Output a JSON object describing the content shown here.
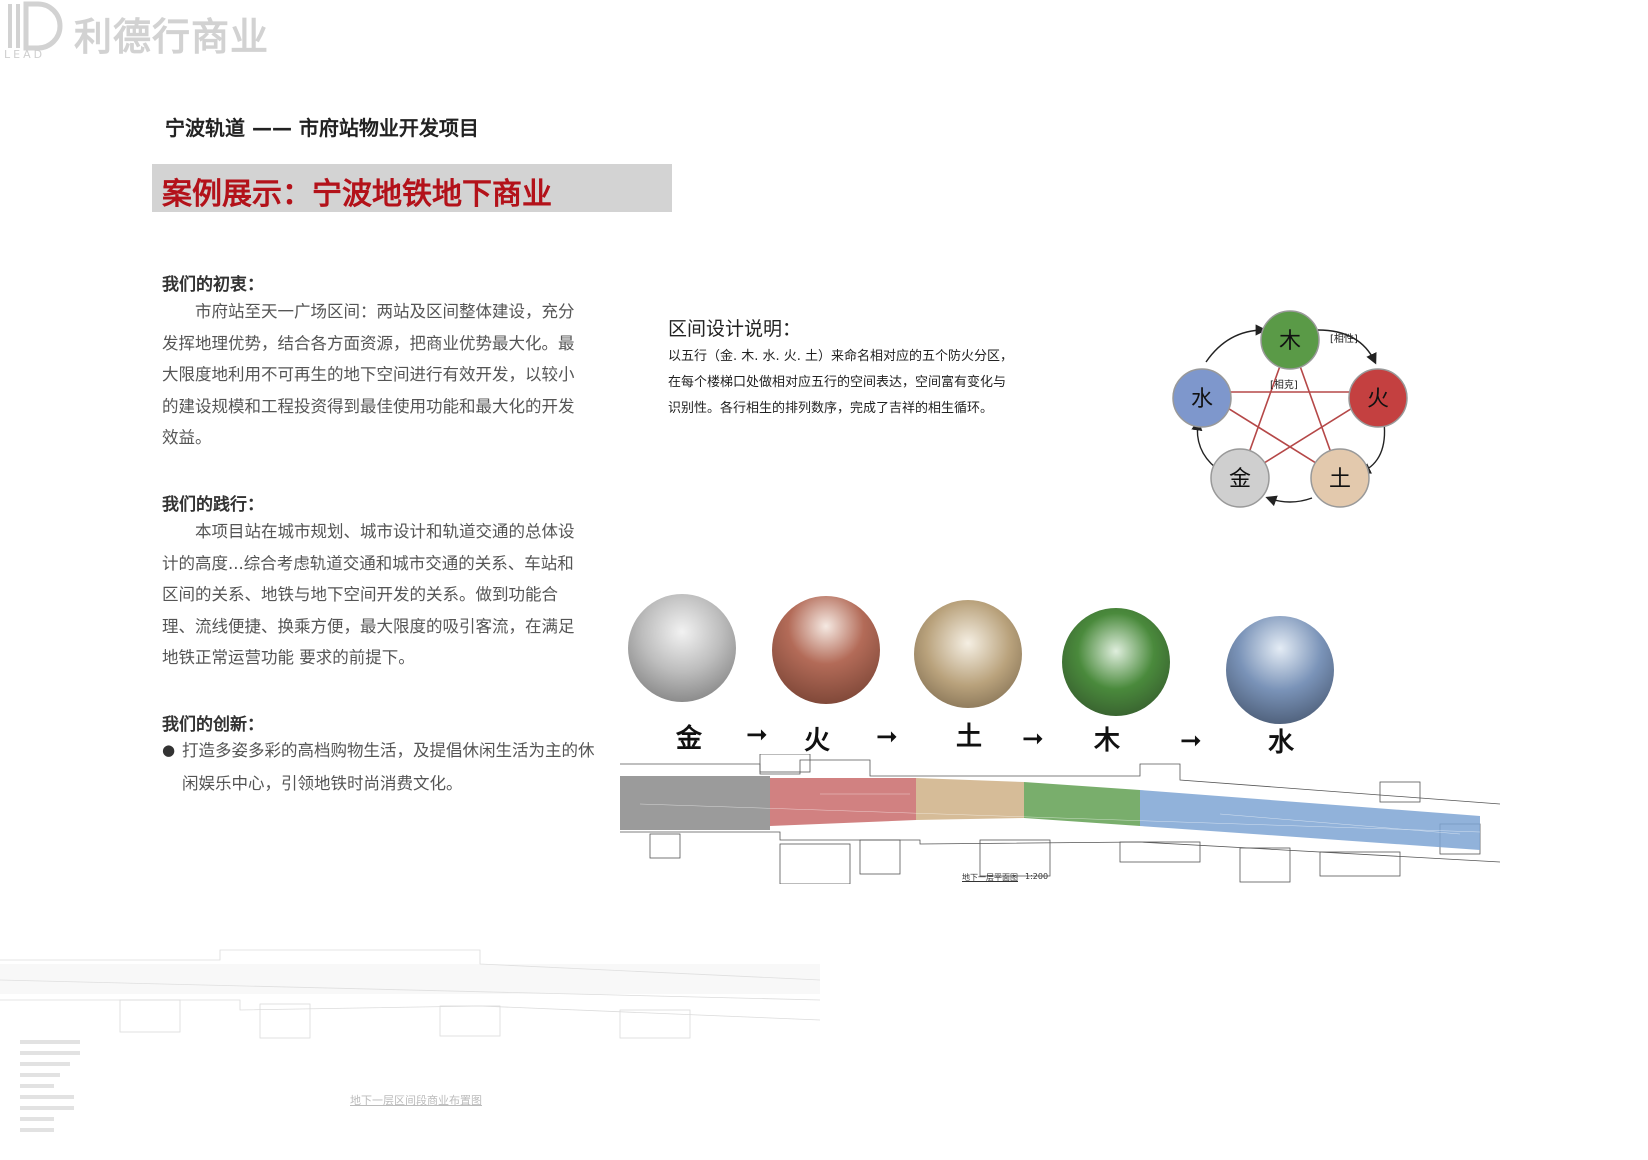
{
  "brand": {
    "name": "利德行商业",
    "mark_text": "LEAD"
  },
  "header": {
    "project_title": "宁波轨道 —— 市府站物业开发项目",
    "banner_title": "案例展示：宁波地铁地下商业"
  },
  "sections": [
    {
      "heading": "我们的初衷：",
      "text": "市府站至天一广场区间：两站及区间整体建设，充分发挥地理优势，结合各方面资源，把商业优势最大化。最大限度地利用不可再生的地下空间进行有效开发，以较小的建设规模和工程投资得到最佳使用功能和最大化的开发效益。"
    },
    {
      "heading": "我们的践行：",
      "text": "本项目站在城市规划、城市设计和轨道交通的总体设计的高度...综合考虑轨道交通和城市交通的关系、车站和区间的关系、地铁与地下空间开发的关系。做到功能合理、流线便捷、换乘方便，最大限度的吸引客流，在满足地铁正常运营功能  要求的前提下。"
    },
    {
      "heading": "我们的创新：",
      "bullet": "打造多姿多彩的高档购物生活，及提倡休闲生活为主的休闲娱乐中心，引领地铁时尚消费文化。"
    }
  ],
  "zone_design": {
    "title": "区间设计说明：",
    "text": "以五行（金. 木. 水. 火. 土）来命名相对应的五个防火分区，在每个楼梯口处做相对应五行的空间表达，空间富有变化与识别性。各行相生的排列数序，完成了吉祥的相生循环。"
  },
  "wuxing_diagram": {
    "label_generate": "[相性]",
    "label_restrain": "[相克]",
    "nodes": [
      {
        "char": "木",
        "color": "#5a9a47"
      },
      {
        "char": "火",
        "color": "#c44040"
      },
      {
        "char": "土",
        "color": "#e3c9ad"
      },
      {
        "char": "金",
        "color": "#cfcfcf"
      },
      {
        "char": "水",
        "color": "#7e97cc"
      }
    ]
  },
  "sequence": {
    "items": [
      "金",
      "火",
      "土",
      "木",
      "水"
    ],
    "arrow": "➞"
  },
  "plan": {
    "caption": "地下一层平面图",
    "scale": "1:200",
    "zone_colors": [
      "#8a8a8a",
      "#c96b6b",
      "#cfb086",
      "#62a052",
      "#7ea4d4"
    ]
  },
  "background_plan": {
    "caption": "地下一层区间段商业布置图"
  }
}
